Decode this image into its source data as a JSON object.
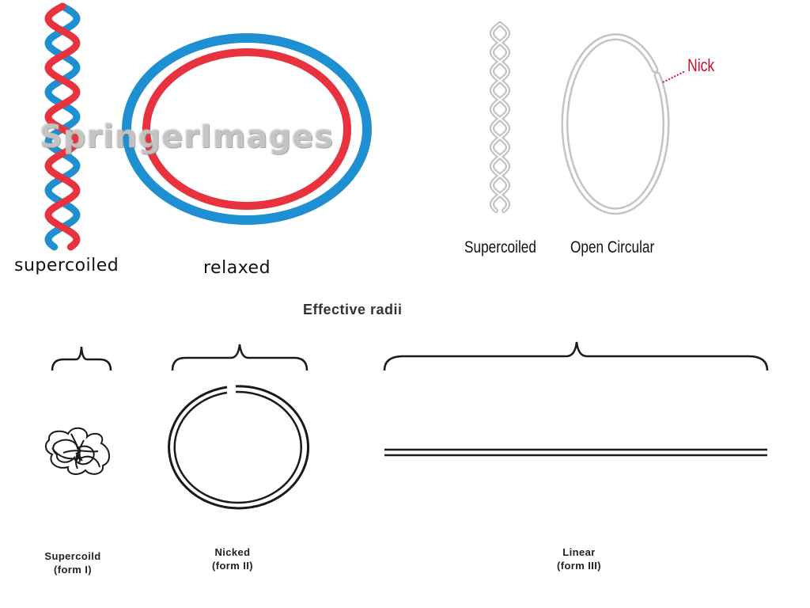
{
  "top_left": {
    "label_supercoiled": "supercoiled",
    "label_relaxed": "relaxed",
    "watermark": "SpringerImages"
  },
  "top_right": {
    "label_supercoiled": "Supercoiled",
    "label_open_circular": "Open Circular",
    "label_nick": "Nick"
  },
  "bottom": {
    "title": "Effective radii",
    "forms": [
      {
        "name": "Supercoild",
        "form": "(form I)"
      },
      {
        "name": "Nicked",
        "form": "(form II)"
      },
      {
        "name": "Linear",
        "form": "(form III)"
      }
    ]
  },
  "colors": {
    "strand_red": "#e8333f",
    "strand_blue": "#1e8fd0",
    "outline_grey": "#bfbfbf",
    "nick_red": "#c8102e",
    "line_black": "#1a1a1a"
  }
}
